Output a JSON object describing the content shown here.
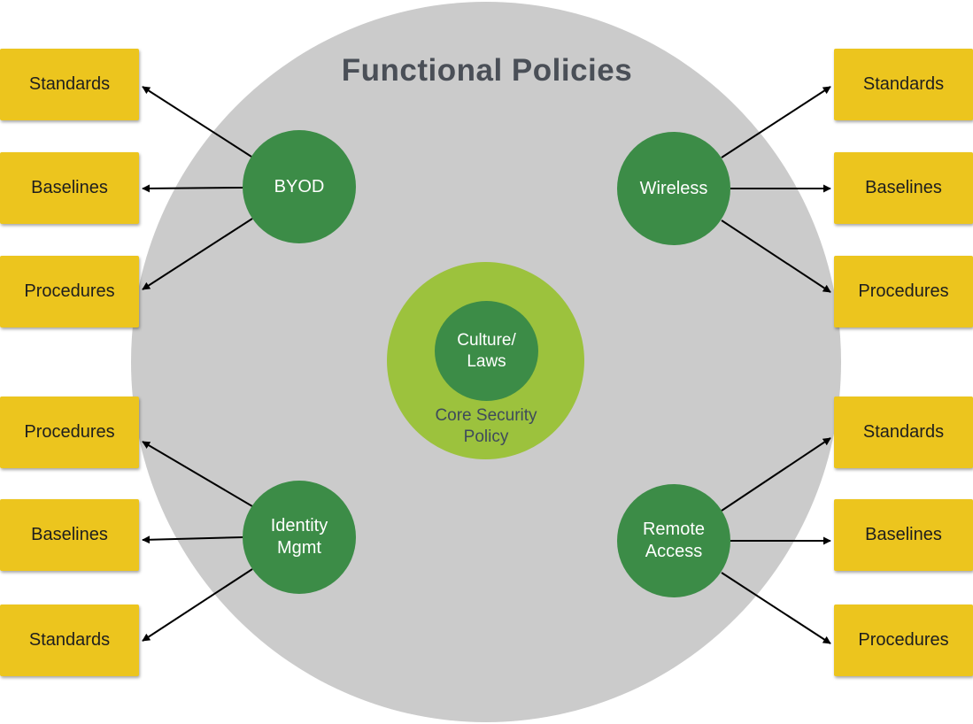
{
  "title": "Functional Policies",
  "core": {
    "inner_label": "Culture/\nLaws",
    "outer_label": "Core Security\nPolicy"
  },
  "nodes": {
    "byod": "BYOD",
    "wireless": "Wireless",
    "identity": "Identity\nMgmt",
    "remote": "Remote\nAccess"
  },
  "left_boxes": [
    "Standards",
    "Baselines",
    "Procedures",
    "Procedures",
    "Baselines",
    "Standards"
  ],
  "right_boxes": [
    "Standards",
    "Baselines",
    "Procedures",
    "Standards",
    "Baselines",
    "Procedures"
  ],
  "colors": {
    "outer_circle": "#cbcbcb",
    "node_green": "#3c8c47",
    "core_light_green": "#9cc23d",
    "box_yellow": "#ecc51e",
    "arrow": "#000000"
  }
}
